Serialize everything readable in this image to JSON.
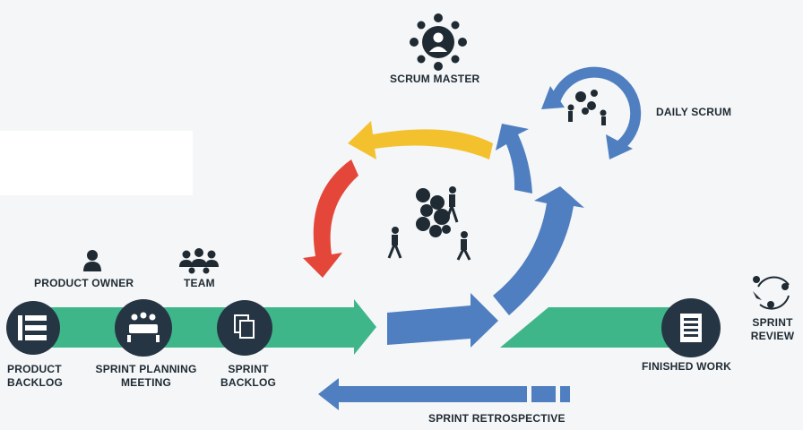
{
  "labels": {
    "scrum_master": "SCRUM MASTER",
    "daily_scrum": "DAILY SCRUM",
    "product_owner": "PRODUCT OWNER",
    "team": "TEAM",
    "product_backlog_line1": "PRODUCT",
    "product_backlog_line2": "BACKLOG",
    "sprint_planning_line1": "SPRINT PLANNING",
    "sprint_planning_line2": "MEETING",
    "sprint_backlog_line1": "SPRINT",
    "sprint_backlog_line2": "BACKLOG",
    "finished_work": "FINISHED WORK",
    "sprint_review_line1": "SPRINT",
    "sprint_review_line2": "REVIEW",
    "sprint_retrospective": "SPRINT RETROSPECTIVE"
  },
  "colors": {
    "green": "#3fb68a",
    "blue": "#4f7fc0",
    "yellow": "#f4c12e",
    "red": "#e4473a",
    "navy": "#263544",
    "dark": "#1f2a33"
  },
  "icons": {
    "scrum_master": "person-with-gears-icon",
    "daily_scrum": "team-gears-icon",
    "product_owner": "person-icon",
    "team": "group-icon",
    "product_backlog": "list-icon",
    "sprint_planning": "meeting-icon",
    "sprint_backlog": "documents-icon",
    "finished_work": "document-lines-icon",
    "sprint_review": "people-cycle-icon",
    "center": "people-pushing-gears-icon"
  }
}
